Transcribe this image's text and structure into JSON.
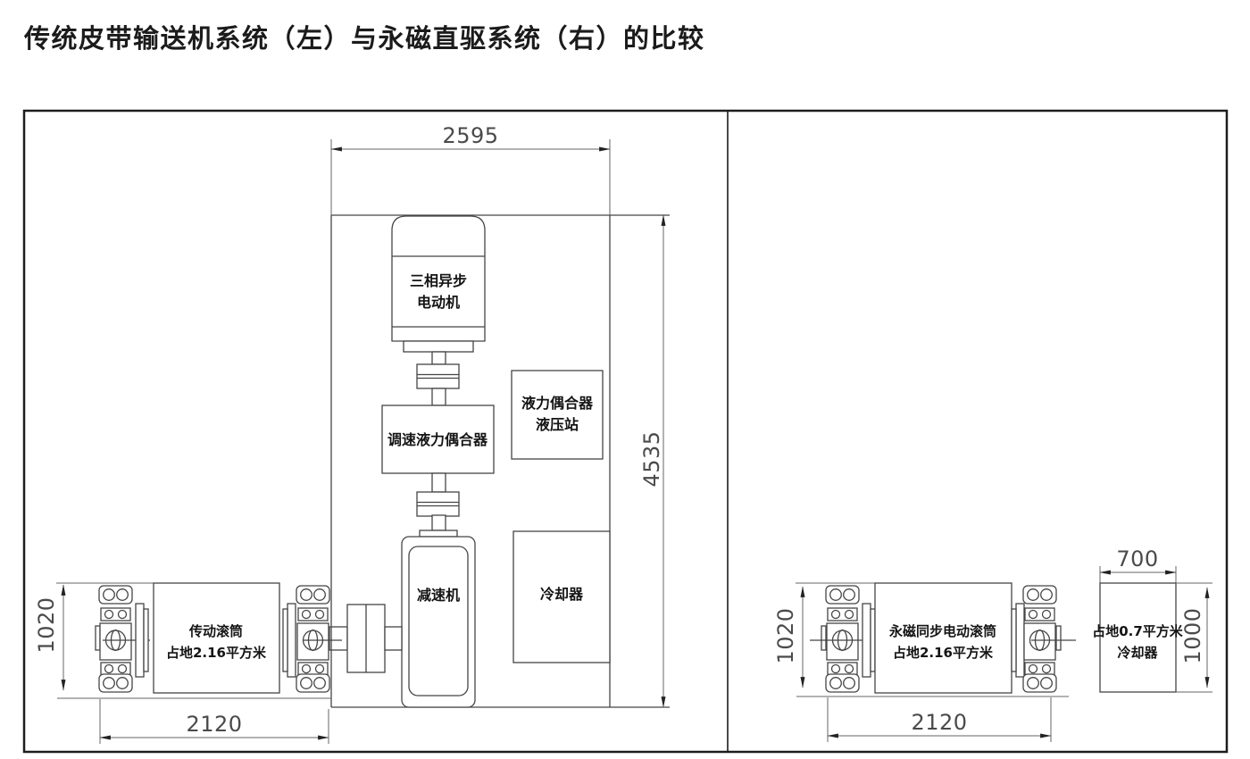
{
  "title": "传统皮带输送机系统（左）与永磁直驱系统（右）的比较",
  "left_system": {
    "room": {
      "width_dim": "2595",
      "height_dim": "4535"
    },
    "motor": {
      "label_line1": "三相异步",
      "label_line2": "电动机"
    },
    "speed_coupling_label": "调速液力偶合器",
    "hydraulic_station": {
      "label_line1": "液力偶合器",
      "label_line2": "液压站"
    },
    "reducer_label": "减速机",
    "cooler_label": "冷却器",
    "drum": {
      "label_line1": "传动滚筒",
      "label_line2": "占地2.16平方米",
      "height_dim": "1020",
      "width_dim": "2120"
    }
  },
  "right_system": {
    "drum": {
      "label_line1": "永磁同步电动滚筒",
      "label_line2": "占地2.16平方米",
      "height_dim": "1020",
      "width_dim": "2120"
    },
    "cooler": {
      "label_line1": "占地0.7平方米",
      "label_line2": "冷却器",
      "width_dim": "700",
      "height_dim": "1000"
    }
  },
  "colors": {
    "line": "#454545",
    "dim_line": "#666666",
    "text": "#141414",
    "border": "#1d1d1d",
    "background": "#ffffff"
  }
}
